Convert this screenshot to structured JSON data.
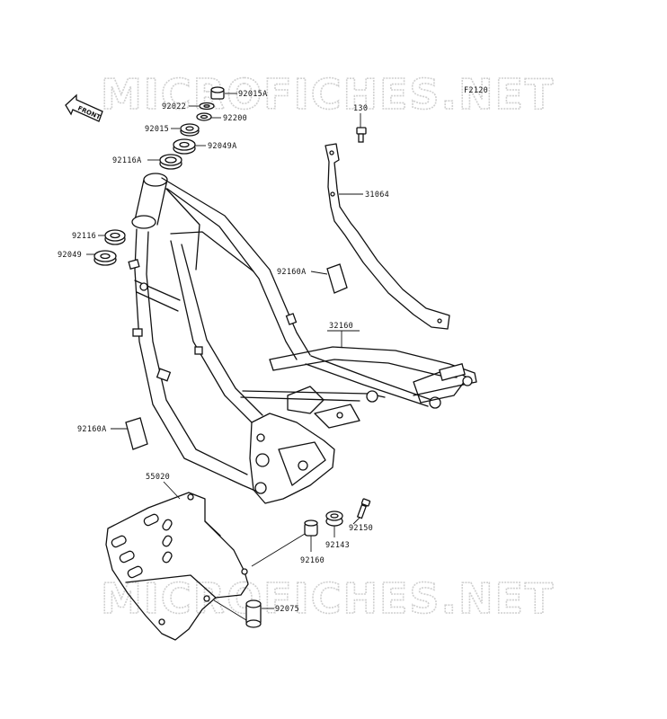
{
  "watermark": "MICROFICHES.NET",
  "diagram_code": "F2120",
  "front_label": "FRONT",
  "callouts": {
    "c92015A": "92015A",
    "c92022": "92022",
    "c92200": "92200",
    "c92015": "92015",
    "c92049A": "92049A",
    "c92116A": "92116A",
    "c130": "130",
    "c31064": "31064",
    "c92116": "92116",
    "c92049": "92049",
    "c92160A_top": "92160A",
    "c32160": "32160",
    "c92160A_left": "92160A",
    "c55020": "55020",
    "c92150": "92150",
    "c92143": "92143",
    "c92160": "92160",
    "c92075": "92075"
  }
}
